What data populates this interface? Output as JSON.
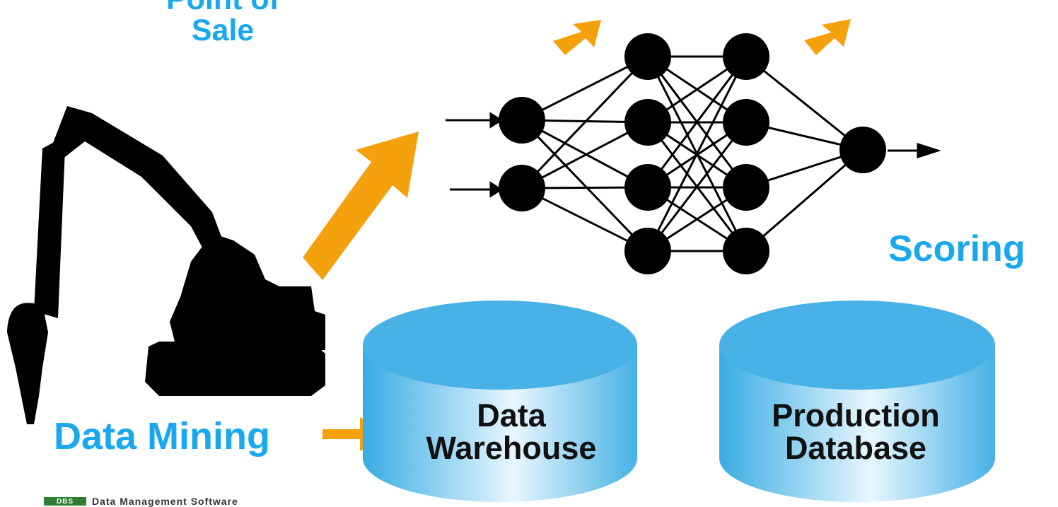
{
  "labels": {
    "point_of_sale": "Point of Sale",
    "scoring": "Scoring",
    "data_mining": "Data Mining",
    "data_warehouse": "Data Warehouse",
    "production_database": "Production Database"
  },
  "logo": {
    "initials": "DBS",
    "text": "Data Management Software"
  },
  "network": {
    "input_nodes": 2,
    "hidden_layer_1_nodes": 4,
    "hidden_layer_2_nodes": 4,
    "output_nodes": 1
  },
  "colors": {
    "label_blue": "#1aa8ec",
    "arrow_orange": "#f5a00d",
    "cylinder_top": "#48b2e6",
    "cylinder_side_light": "#e3f5fd",
    "cylinder_side_dark": "#3aaee5",
    "node_black": "#000000"
  },
  "icons": [
    "excavator-silhouette-icon",
    "neural-network-diagram",
    "cylinder-database-icon",
    "arrow-icon"
  ]
}
